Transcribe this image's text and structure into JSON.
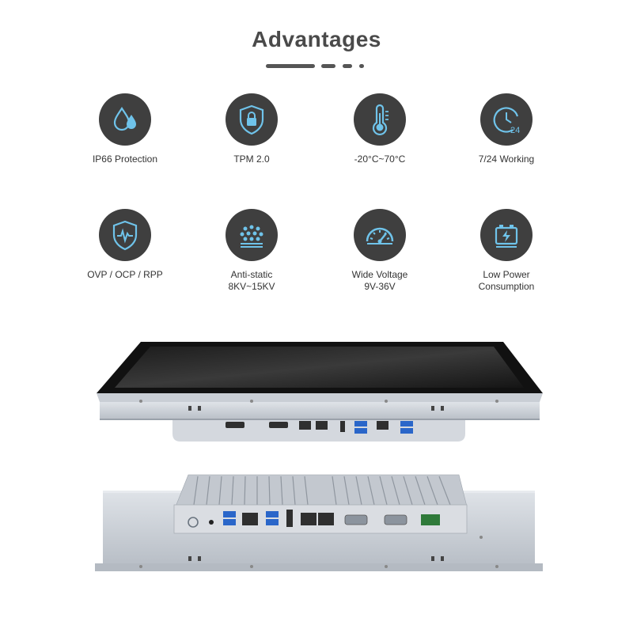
{
  "title": "Advantages",
  "features": [
    {
      "icon": "water-drops-icon",
      "lines": [
        "IP66 Protection"
      ]
    },
    {
      "icon": "shield-lock-icon",
      "lines": [
        "TPM 2.0"
      ]
    },
    {
      "icon": "thermometer-icon",
      "lines": [
        "-20°C~70°C"
      ]
    },
    {
      "icon": "clock-24-icon",
      "lines": [
        "7/24 Working"
      ]
    },
    {
      "icon": "shield-wave-icon",
      "lines": [
        "OVP / OCP / RPP"
      ]
    },
    {
      "icon": "static-dots-icon",
      "lines": [
        "Anti-static",
        "8KV~15KV"
      ]
    },
    {
      "icon": "gauge-icon",
      "lines": [
        "Wide Voltage",
        "9V-36V"
      ]
    },
    {
      "icon": "battery-bolt-icon",
      "lines": [
        "Low Power",
        "Consumption"
      ]
    }
  ],
  "colors": {
    "icon_circle": "#3f3f3f",
    "icon_accent": "#6fc3ea",
    "panel": "#c7ccd3",
    "screen": "#2a2a2a"
  }
}
